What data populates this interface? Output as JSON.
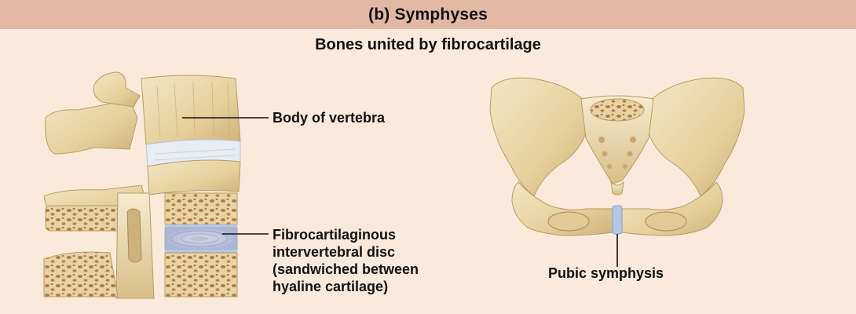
{
  "header": {
    "title": "(b) Symphyses"
  },
  "subtitle": "Bones united by fibrocartilage",
  "labels": {
    "body_of_vertebra": "Body of vertebra",
    "disc_lines": [
      "Fibrocartilaginous",
      "intervertebral disc",
      "(sandwiched between",
      "hyaline cartilage)"
    ],
    "pubic_symphysis": "Pubic symphysis"
  },
  "colors": {
    "header_band": "#e2b8a5",
    "background": "#fbeadb",
    "bone": "#ead7aa",
    "cartilage": "#b6c6e6"
  }
}
